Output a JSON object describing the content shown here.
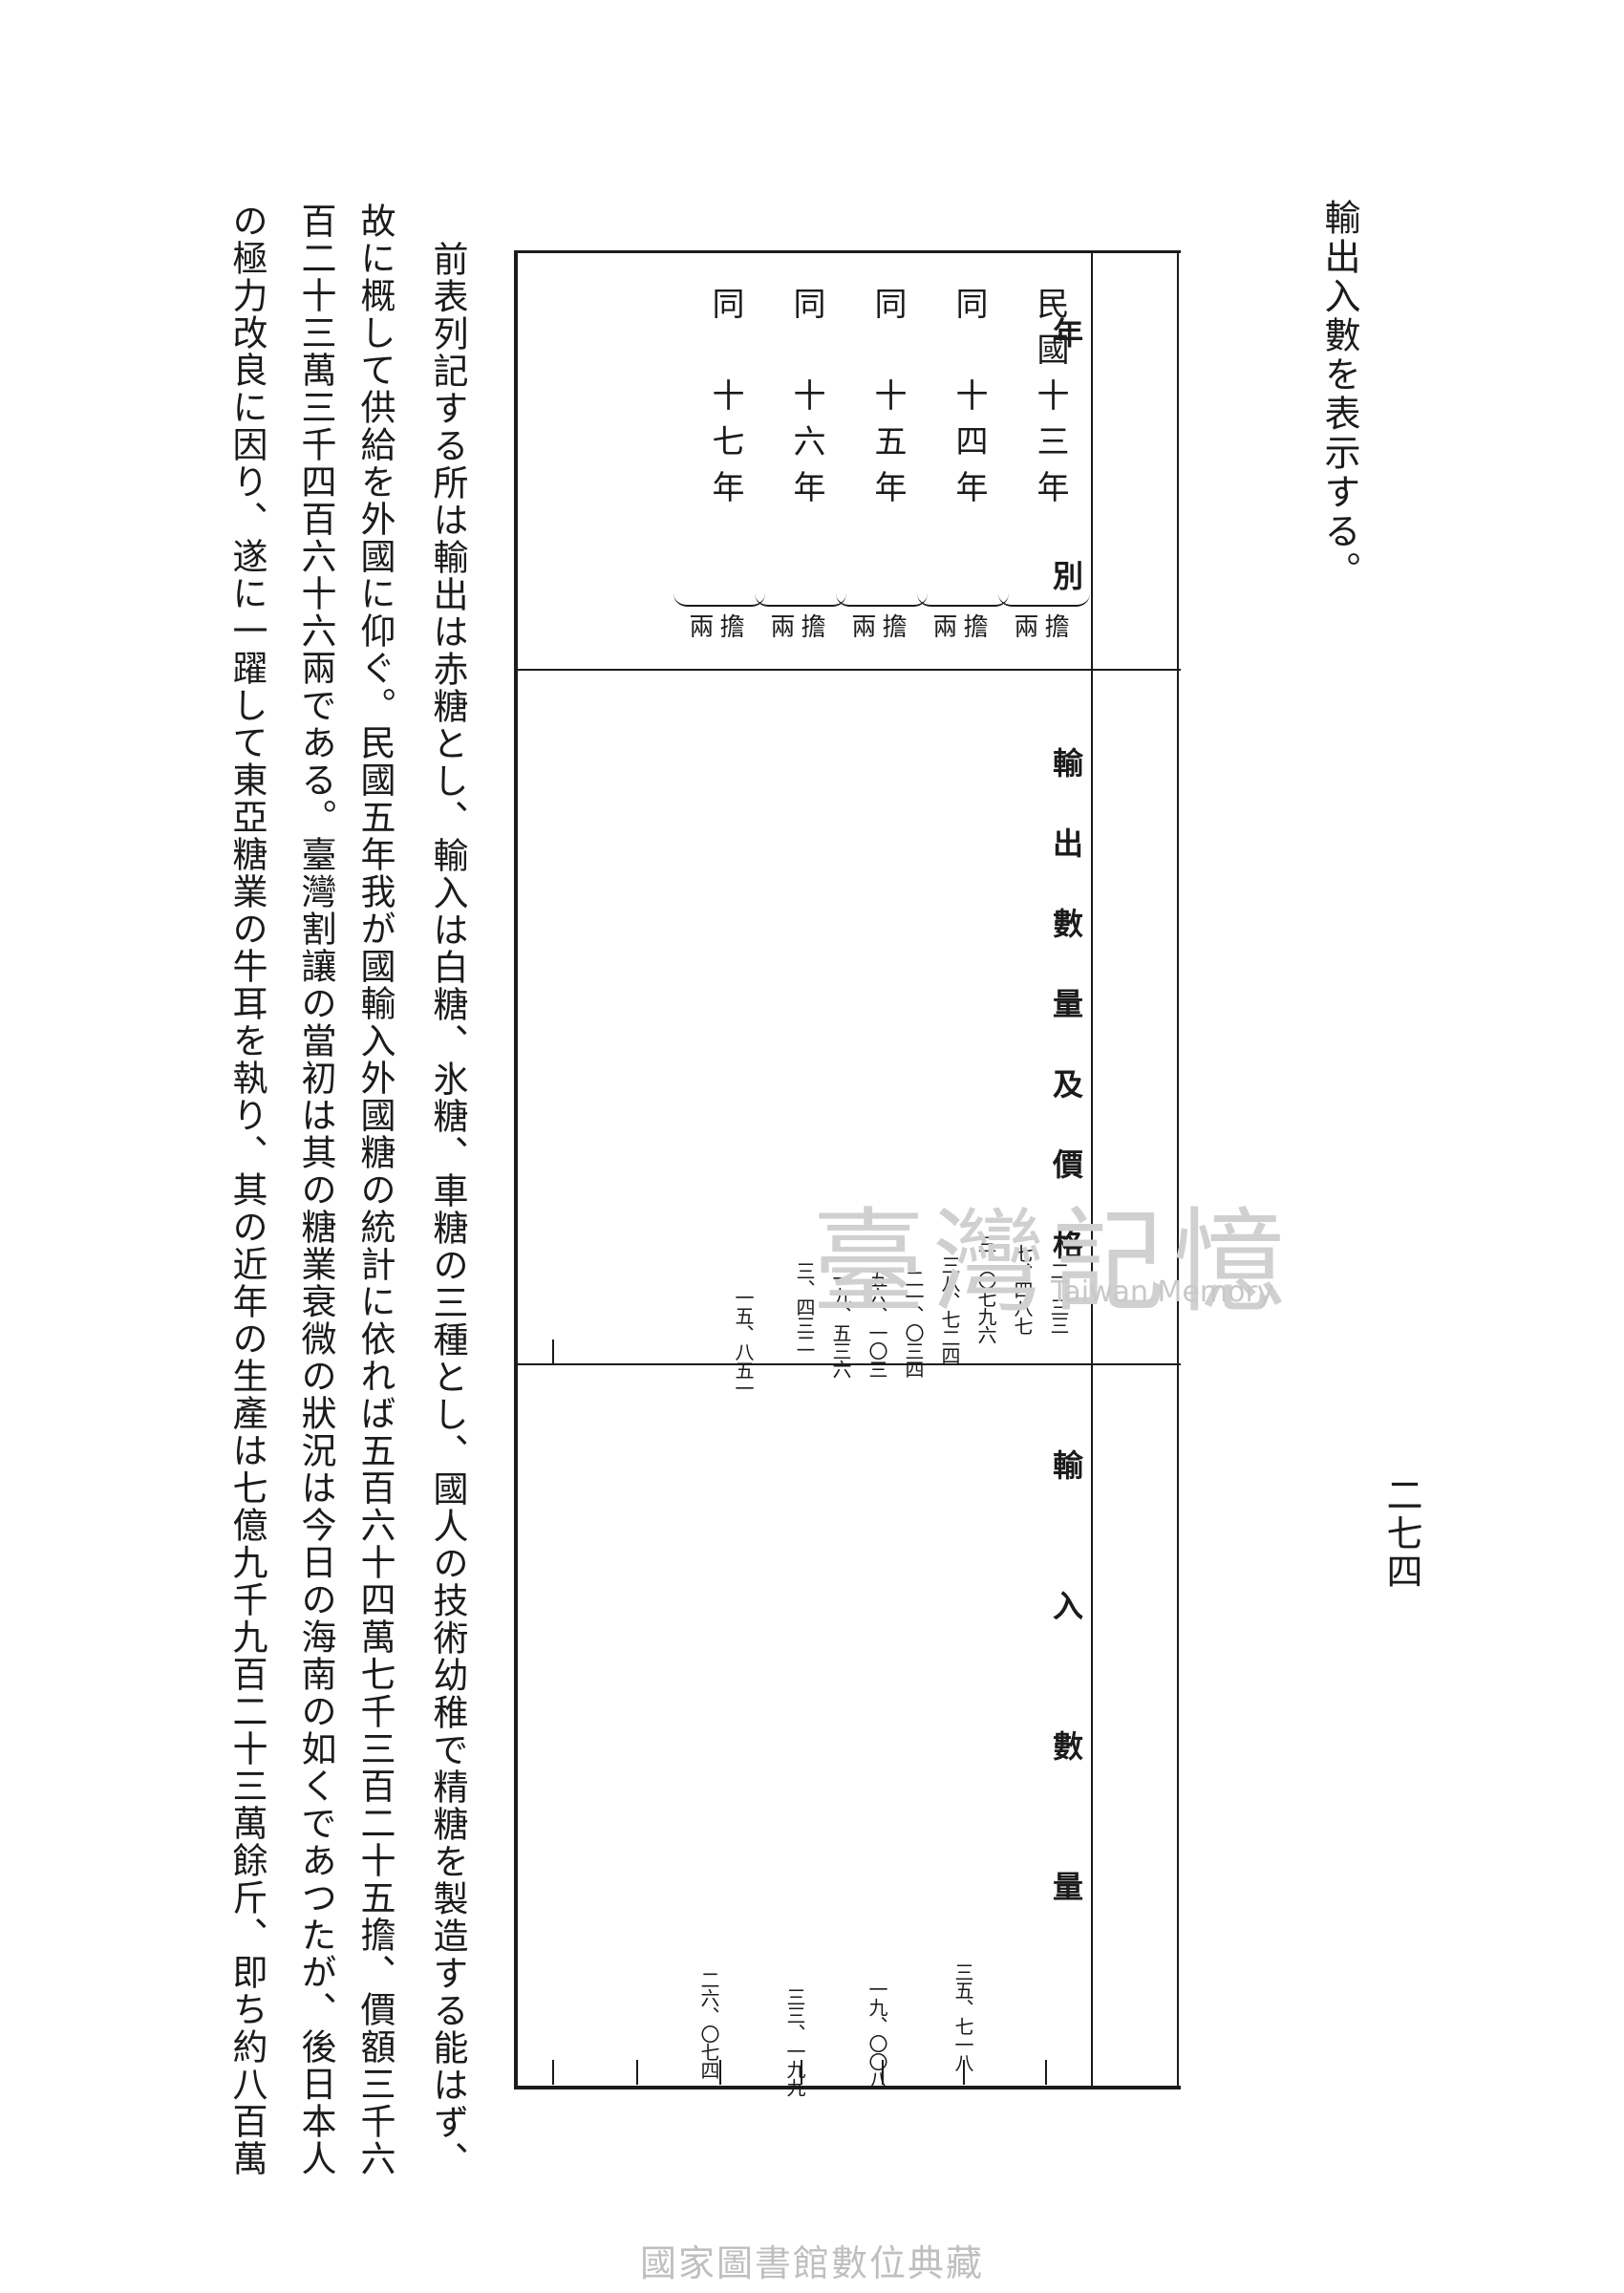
{
  "intro": "輸出入數を表示する。",
  "page_number": "二七四",
  "table": {
    "headers": {
      "year": "年　別",
      "export": "輸出數量及價格",
      "import": "輸入數量"
    },
    "rows": [
      {
        "year": "民國十三年",
        "units": [
          "擔",
          "兩"
        ],
        "export": [
          "二、三三",
          "七、四八七"
        ],
        "import": ""
      },
      {
        "year": "同　十四年",
        "units": [
          "擔",
          "兩"
        ],
        "export": [
          "三、〇七九六"
        ],
        "import": ""
      },
      {
        "year": "同　十五年",
        "units": [
          "擔",
          "兩"
        ],
        "export": [
          "三八、七二四",
          "二一、〇三四"
        ],
        "import": "三五、七一八"
      },
      {
        "year": "同　十六年",
        "units": [
          "擔",
          "兩"
        ],
        "export": [
          "五六、一〇三",
          "一九、五三六"
        ],
        "import": "一九、〇〇八"
      },
      {
        "year": "同　十七年",
        "units": [
          "擔",
          "兩"
        ],
        "export": [
          "三、四三二",
          "一五、八五一"
        ],
        "import": "三三、一九九"
      },
      {
        "year": "",
        "units": [],
        "export": [],
        "import": "二六、〇七四"
      }
    ]
  },
  "body_lines": [
    "前表列記する所は輸出は赤糖とし、輸入は白糖、氷糖、車糖の三種とし、國人の技術幼稚で精糖を製造する能はず、",
    "故に概して供給を外國に仰ぐ。民國五年我が國輸入外國糖の統計に依れば五百六十四萬七千三百二十五擔、價額三千六",
    "百二十三萬三千四百六十六兩である。臺灣割讓の當初は其の糖業衰微の狀況は今日の海南の如くであつたが、後日本人",
    "の極力改良に因り、遂に一躍して東亞糖業の牛耳を執り、其の近年の生產は七億九千九百二十三萬餘斤、即ち約八百萬"
  ],
  "watermark": {
    "cn": "臺灣記憶",
    "en": "Taiwan Memory"
  },
  "footer": "國家圖書館數位典藏"
}
